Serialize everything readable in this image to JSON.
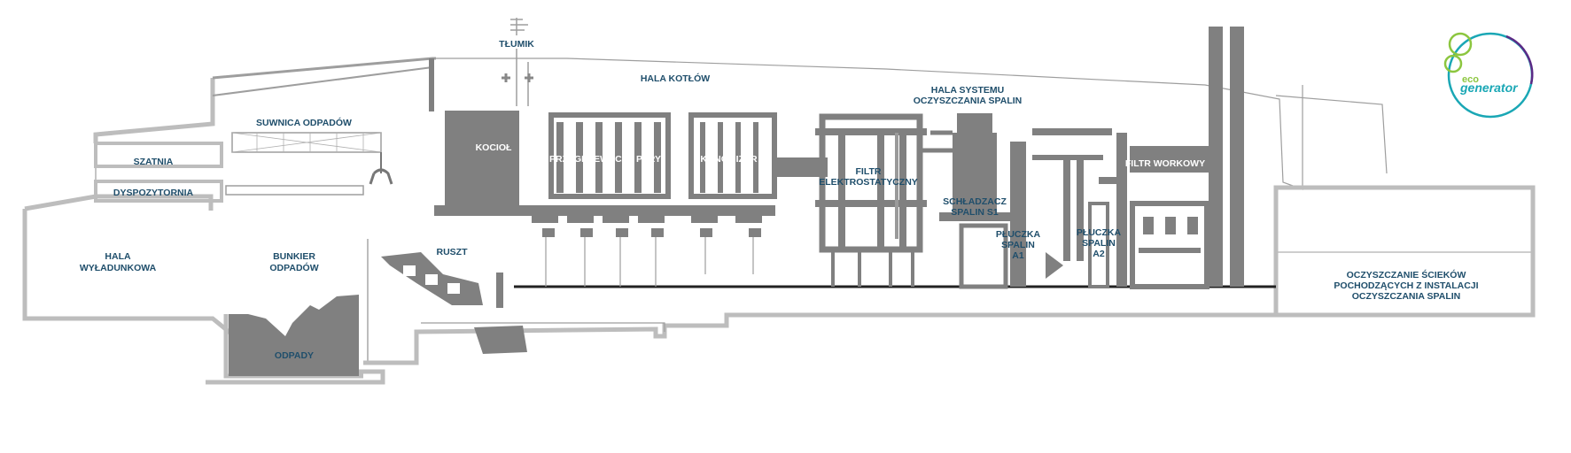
{
  "labels": {
    "tlumik": "TŁUMIK",
    "hala_kotlow": "HALA KOTŁÓW",
    "hala_systemu_1": "HALA SYSTEMU",
    "hala_systemu_2": "OCZYSZCZANIA SPALIN",
    "suwnica": "SUWNICA ODPADÓW",
    "szatnia": "SZATNIA",
    "dyspozytornia": "DYSPOZYTORNIA",
    "hala_wyladunkowa_1": "HALA",
    "hala_wyladunkowa_2": "WYŁADUNKOWA",
    "bunkier_1": "BUNKIER",
    "bunkier_2": "ODPADÓW",
    "odpady": "ODPADY",
    "kociol": "KOCIOŁ",
    "przegrzewacze": "PRZEGRZEWACZE PARY",
    "ekonomizer": "EKONOMIZER",
    "ruszt": "RUSZT",
    "filtr_e_1": "FILTR",
    "filtr_e_2": "ELEKTROSTATYCZNY",
    "schladzacz_1": "SCHŁADZACZ",
    "schladzacz_2": "SPALIN S1",
    "pluczka_a1_1": "PŁUCZKA",
    "pluczka_a1_2": "SPALIN",
    "pluczka_a1_3": "A1",
    "pluczka_a2_1": "PŁUCZKA",
    "pluczka_a2_2": "SPALIN",
    "pluczka_a2_3": "A2",
    "filtr_workowy": "FILTR WORKOWY",
    "scieki_1": "OCZYSZCZANIE ŚCIEKÓW",
    "scieki_2": "POCHODZĄCYCH Z INSTALACJI",
    "scieki_3": "OCZYSZCZANIA SPALIN"
  },
  "logo": {
    "small": "eco",
    "big": "generator"
  },
  "colors": {
    "label": "#1f4e6b",
    "equipment": "#808080",
    "walls": "#bdbdbd",
    "logo_green": "#8cc63f",
    "logo_teal": "#1aa7b5",
    "logo_purple": "#5b2a86"
  }
}
